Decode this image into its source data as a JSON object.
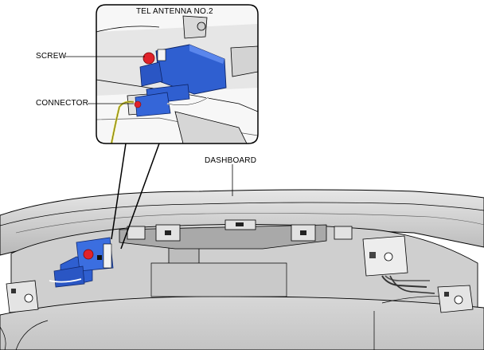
{
  "callout_title": "TEL ANTENNA NO.2",
  "labels": {
    "screw": "SCREW",
    "connector": "CONNECTOR",
    "dashboard": "DASHBOARD"
  },
  "colors": {
    "antenna": "#2f5fd0",
    "screw": "#e0222a",
    "wire": "#d8d23a",
    "panel": "#bcbcbc"
  }
}
